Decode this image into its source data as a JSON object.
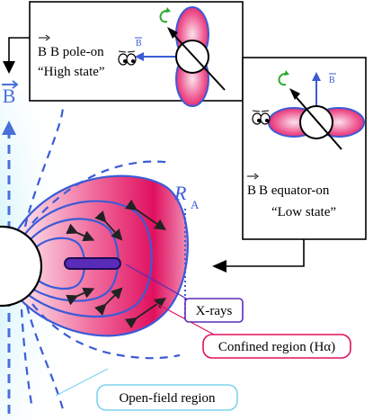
{
  "colors": {
    "field_line": "#3b5bd6",
    "axis_blue": "#4a6fd8",
    "magenta": "#e0105f",
    "magenta_light": "#f7b6cf",
    "cyan_glow": "#8fe3f5",
    "purple_bar": "#5a2ab8",
    "green_spin": "#2ea82e",
    "xray_border": "#5a2ab8",
    "confined_border": "#e0105f",
    "open_border": "#7fd3f0"
  },
  "axis_label": "B",
  "radius_label": {
    "main": "R",
    "sub": "A"
  },
  "inset_pole": {
    "line1": "B pole-on",
    "line2": "“High state”",
    "b_small": "B"
  },
  "inset_equator": {
    "line1": "B equator-on",
    "line2": "“Low state”",
    "b_small": "B"
  },
  "labels": {
    "xrays": "X-rays",
    "confined": "Confined region (Hα)",
    "open_field": "Open-field region"
  },
  "icons": {
    "eyes": "eyes-icon",
    "spin": "rotation-arrow-icon",
    "observer_arrow": "arrow-icon"
  }
}
